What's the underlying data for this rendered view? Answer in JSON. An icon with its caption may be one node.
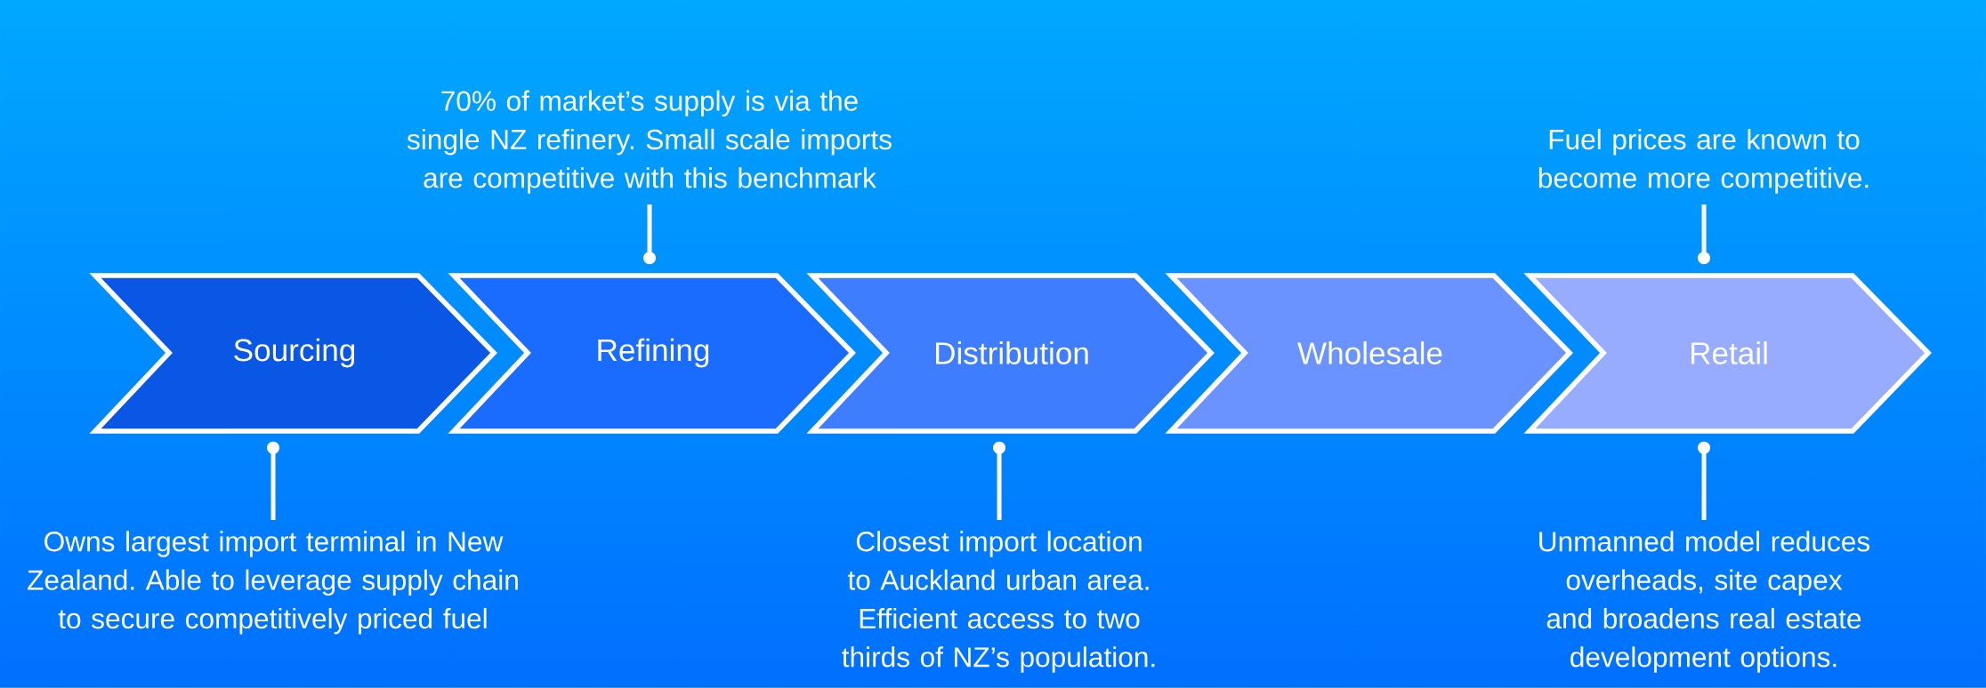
{
  "diagram": {
    "nodes": [
      {
        "text": [
          "Sourcing"
        ]
      },
      {
        "text": [
          "Refining"
        ]
      },
      {
        "text": [
          "Distribution"
        ]
      },
      {
        "text": [
          "Wholesale"
        ]
      },
      {
        "text": [
          "Retail"
        ]
      },
      {
        "text": [
          "70% of market’s supply is via the single NZ refinery. Small scale imports are competitive with this benchmark"
        ]
      },
      {
        "text": [
          "Fuel prices are known to become more competitive."
        ]
      },
      {
        "text": [
          "Owns largest import terminal in New Zealand. Able to leverage supply chain to secure competitively priced fuel"
        ]
      },
      {
        "text": [
          "Closest import location to Auckland urban area. Efficient access to two thirds of NZ’s population."
        ]
      },
      {
        "text": [
          "Unmanned model reduces overheads, site capex and broadens real estate development options."
        ]
      }
    ],
    "edges": [
      {
        "from": 5,
        "to": 1,
        "arrow": "other"
      },
      {
        "from": 6,
        "to": 4,
        "arrow": "other"
      },
      {
        "from": 7,
        "to": 0,
        "arrow": "other"
      },
      {
        "from": 8,
        "to": 2,
        "arrow": "other"
      },
      {
        "from": 9,
        "to": 4,
        "arrow": "other"
      }
    ]
  }
}
